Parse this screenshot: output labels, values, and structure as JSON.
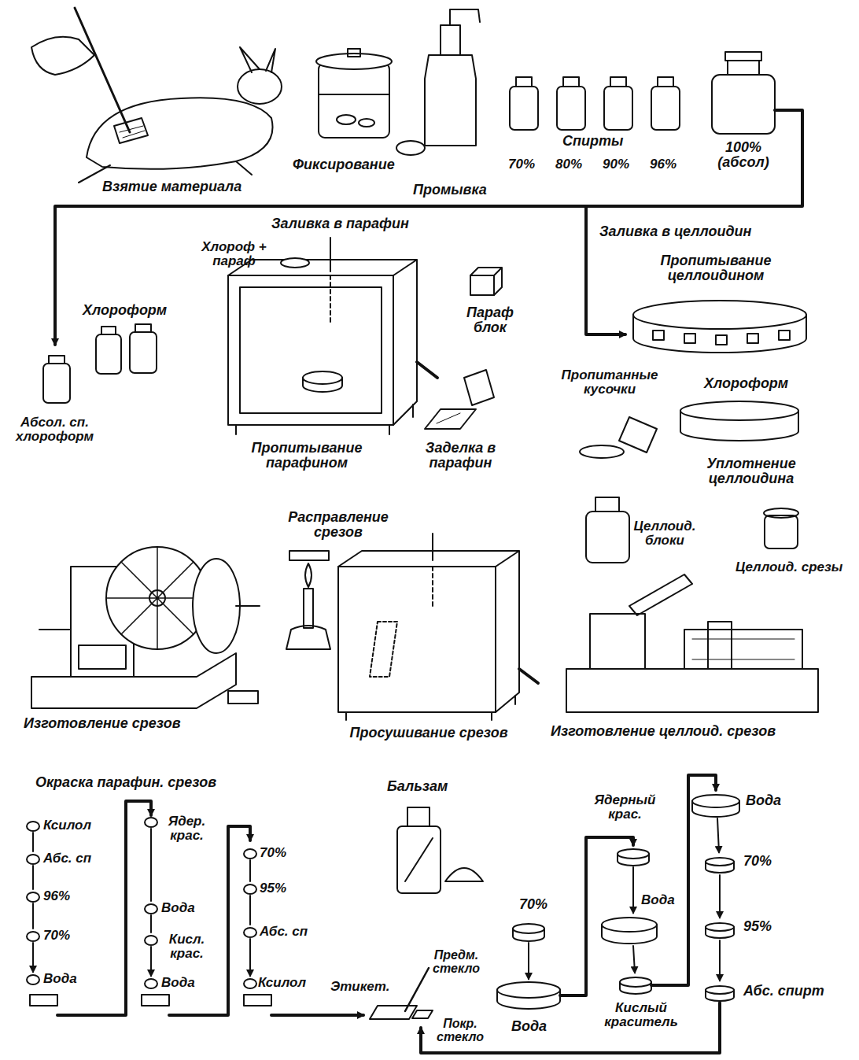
{
  "diagram": {
    "labels": [
      "Взятие материала",
      "Фиксирование",
      "Промывка",
      "Спирты",
      "70%",
      "80%",
      "90%",
      "96%",
      "100% (абсол)",
      "Заливка в парафин",
      "Хлороф + параф",
      "Хлороформ",
      "Абсол. сп. хлороформ",
      "Параф блок",
      "Пропитывание парафином",
      "Заделка в парафин",
      "Заливка в целлоидин",
      "Пропитывание целлоидином",
      "Пропитанные кусочки",
      "Хлороформ",
      "Уплотнение целлоидина",
      "Целлоид. блоки",
      "Целлоид. срезы",
      "Расправление срезов",
      "Изготовление срезов",
      "Просушивание срезов",
      "Изготовление целлоид. срезов",
      "Окраска парафин. срезов",
      "Ксилол",
      "Абс. сп",
      "96%",
      "70%",
      "Вода",
      "Ядер. крас.",
      "Вода",
      "Кисл. крас.",
      "Вода",
      "70%",
      "95%",
      "Абс. сп",
      "Ксилол",
      "Этикет.",
      "Бальзам",
      "Предм. стекло",
      "Покр. стекло",
      "70%",
      "Вода",
      "Ядерный крас.",
      "Вода",
      "Кислый краситель",
      "Вода",
      "70%",
      "95%",
      "Абс. спирт"
    ]
  }
}
